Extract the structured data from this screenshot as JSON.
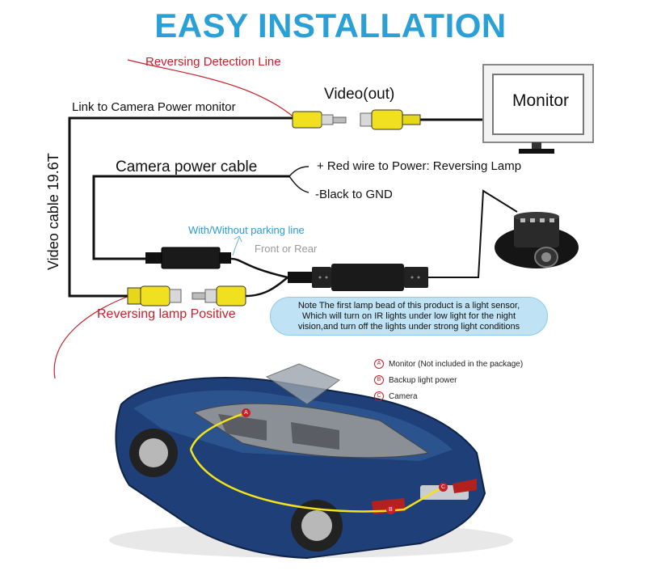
{
  "title": "EASY INSTALLATION",
  "labels": {
    "reversing_detection_line": "Reversing Detection Line",
    "link_camera_power": "Link to Camera Power monitor",
    "video_out": "Video(out)",
    "monitor": "Monitor",
    "video_cable": "Video cable 19.6T",
    "camera_power_cable": "Camera power cable",
    "red_wire": "+ Red wire to Power: Reversing Lamp",
    "black_gnd": "-Black to GND",
    "parking_line": "With/Without parking line",
    "front_rear": "Front or Rear",
    "reversing_lamp_positive": "Reversing lamp Positive"
  },
  "note": {
    "line1": "Note The first lamp bead of this product is a light sensor,",
    "line2": "Which will turn on IR lights under low light for the night",
    "line3": "vision,and turn off the lights under strong light conditions"
  },
  "legend": [
    {
      "mark": "A",
      "text": "Monitor (Not included in the package)"
    },
    {
      "mark": "B",
      "text": "Backup light power"
    },
    {
      "mark": "C",
      "text": "Camera"
    }
  ],
  "car_markers": {
    "a": "A",
    "b": "B",
    "c": "C"
  },
  "colors": {
    "title": "#2aa0d6",
    "connector_yellow": "#f0e020",
    "wire": "#111111",
    "red_line": "#c8202a",
    "car_body": "#1f3f78",
    "note_bg": "#bfe3f5"
  }
}
